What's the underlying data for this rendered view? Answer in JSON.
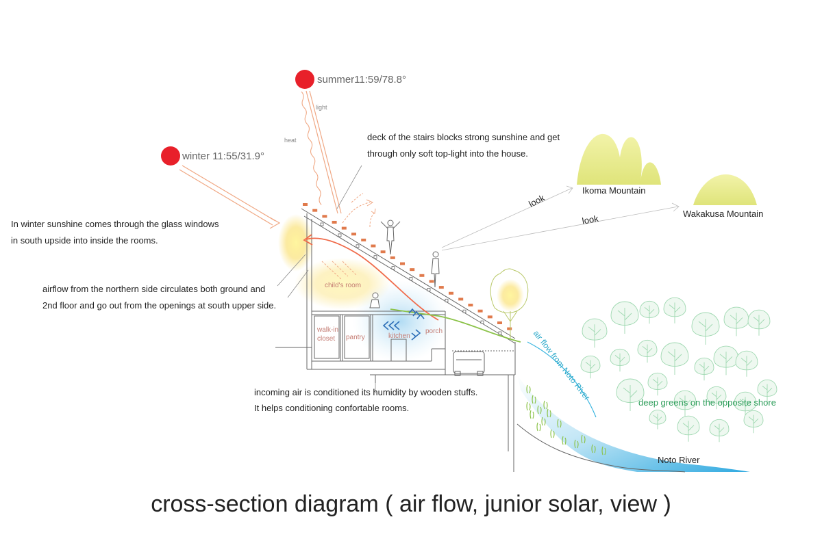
{
  "title": "cross-section diagram ( air flow, junior solar, view )",
  "sun": {
    "summer": "summer11:59/78.8°",
    "winter": "winter 11:55/31.9°",
    "light": "light",
    "heat": "heat"
  },
  "annotations": {
    "deck_line1": "deck of the stairs blocks strong sunshine and get",
    "deck_line2": "through only soft top-light into the house.",
    "winter_line1": "In winter sunshine comes through the glass windows",
    "winter_line2": "in south upside into inside the rooms.",
    "airflow_line1": "airflow from the northern side circulates both ground and",
    "airflow_line2": "2nd floor and go out from the openings at south upper side.",
    "incoming_line1": "incoming air is conditioned its humidity by wooden stuffs.",
    "incoming_line2": "It helps conditioning confortable rooms."
  },
  "rooms": {
    "childs_room": "child's room",
    "walkin_1": "walk-in",
    "walkin_2": "closet",
    "pantry": "pantry",
    "kitchen": "kitchen",
    "porch": "porch"
  },
  "views": {
    "look1": "look",
    "look2": "look",
    "ikoma": "Ikoma Mountain",
    "wakakusa": "Wakakusa Mountain"
  },
  "landscape": {
    "air_from_river": "air flow from Noto River",
    "greens": "deep greens on the opposite shore",
    "river": "Noto River"
  },
  "colors": {
    "sun": "#e8202a",
    "heat_ray": "#f0a884",
    "roof_tile": "#e07a4c",
    "airflow_warm": "#f06a4a",
    "airflow_green": "#8cc34a",
    "river_blue": "#3cb6e0",
    "mountain": "#e6ea8a",
    "greens": "#2e9e5b"
  }
}
